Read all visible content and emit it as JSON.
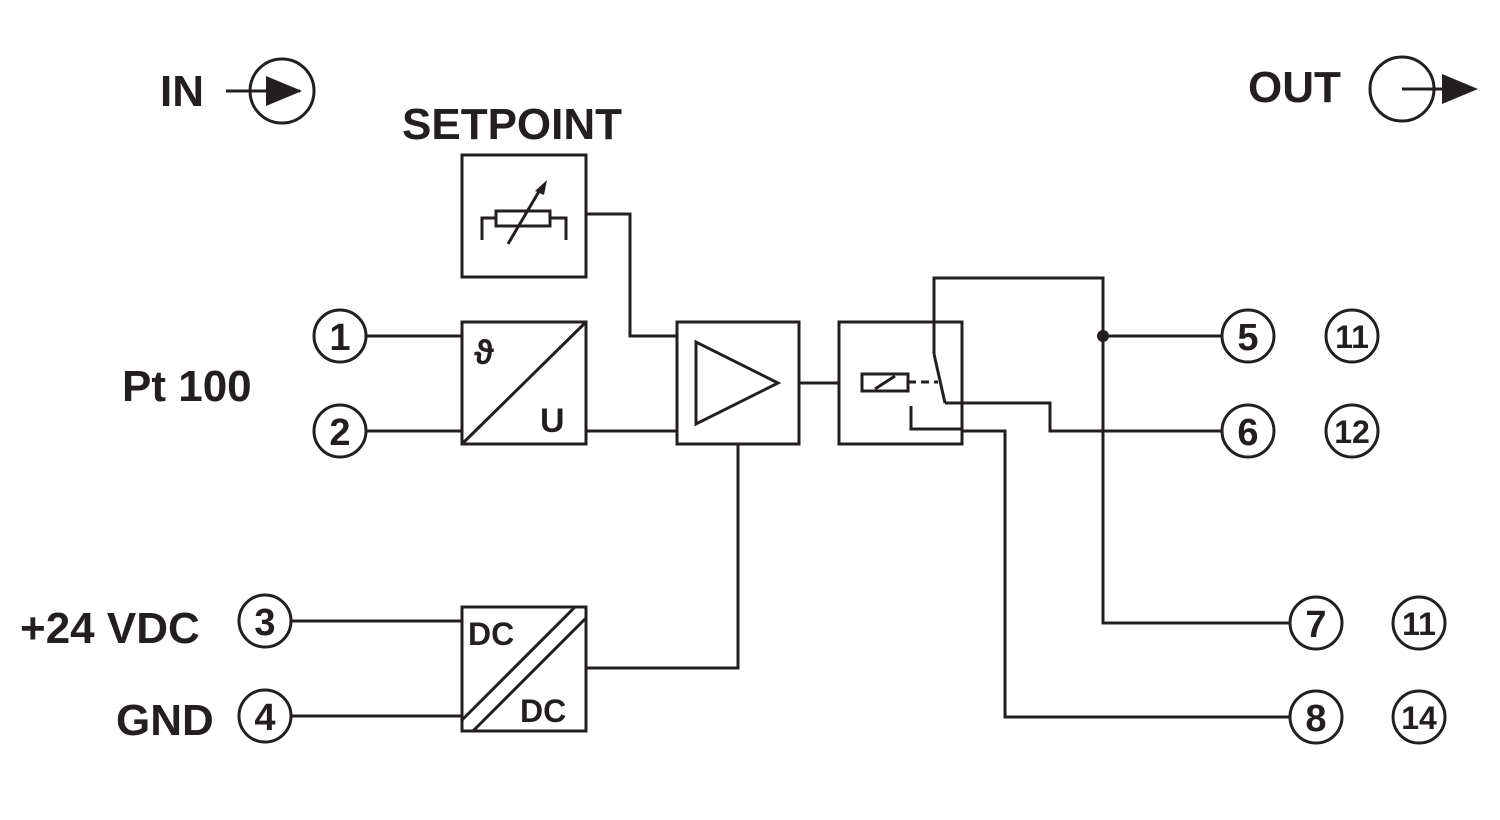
{
  "labels": {
    "in": "IN",
    "out": "OUT",
    "setpoint": "SETPOINT",
    "sensor": "Pt 100",
    "supply_pos": "+24 VDC",
    "supply_gnd": "GND"
  },
  "blocks": {
    "converter": {
      "top_symbol": "ϑ",
      "bottom_symbol": "U"
    },
    "dcdc": {
      "top": "DC",
      "bottom": "DC"
    }
  },
  "terminals": {
    "t1": "1",
    "t2": "2",
    "t3": "3",
    "t4": "4",
    "t5": "5",
    "t6": "6",
    "t7": "7",
    "t8": "8"
  },
  "alt_terminals": {
    "a5": "11",
    "a6": "12",
    "a7": "11",
    "a8": "14"
  },
  "colors": {
    "ink": "#231f20",
    "background": "#ffffff"
  }
}
